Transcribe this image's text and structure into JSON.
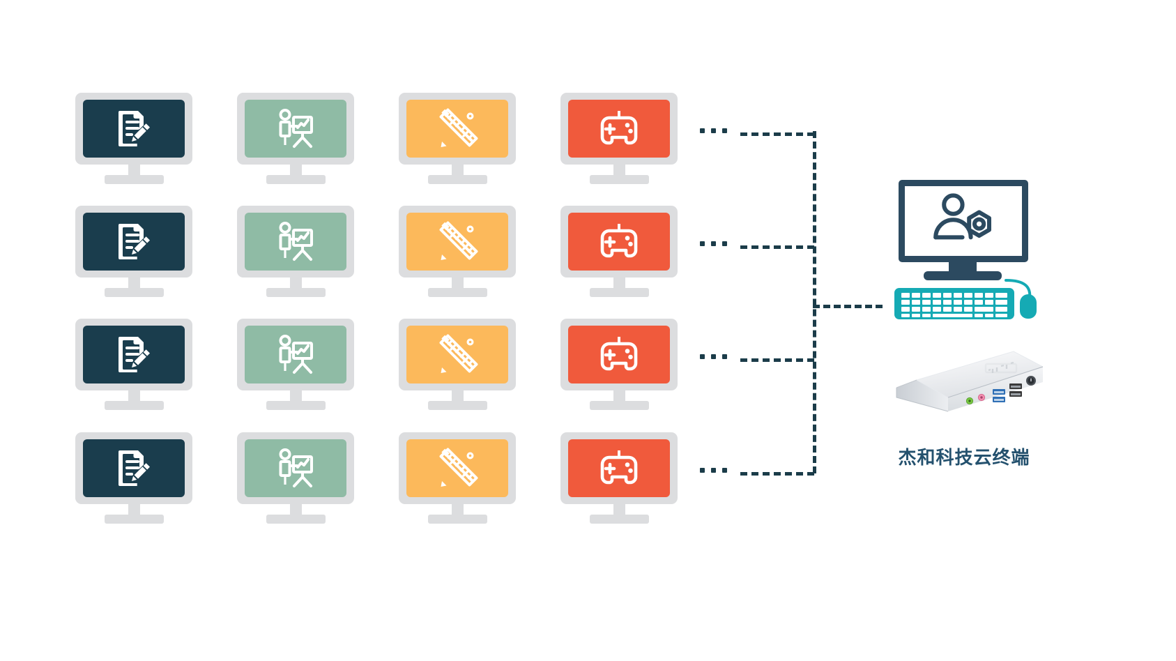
{
  "diagram": {
    "type": "network-topology",
    "title": "",
    "background_color": "#ffffff",
    "connector_color": "#1b3c49",
    "connector_style": "dashed"
  },
  "palette": {
    "bezel": "#dcdddf",
    "screen_navy": "#1a3d4d",
    "screen_green": "#8fbba5",
    "screen_orange": "#fcb95b",
    "screen_red": "#f05a3c",
    "admin_navy": "#2c4a60",
    "accent_teal": "#15aab4",
    "label_color": "#24516e",
    "icon_white": "#ffffff"
  },
  "clients": {
    "rows": 4,
    "columns": [
      {
        "index": 0,
        "icon": "document-edit-icon",
        "label": "文档编辑",
        "screen_color": "#1a3d4d"
      },
      {
        "index": 1,
        "icon": "presentation-chart-icon",
        "label": "演示教学",
        "screen_color": "#8fbba5"
      },
      {
        "index": 2,
        "icon": "pencil-ruler-icon",
        "label": "设计绘图",
        "screen_color": "#fcb95b"
      },
      {
        "index": 3,
        "icon": "gamepad-icon",
        "label": "游戏娱乐",
        "screen_color": "#f05a3c"
      }
    ],
    "row_ellipsis": "...",
    "ellipsis_dot_count": 3
  },
  "server": {
    "monitor_icon": "user-settings-icon",
    "keyboard_icon": "keyboard-icon",
    "mouse_icon": "mouse-icon",
    "device_icon": "mini-pc-icon",
    "device_label": "杰和科技云终端",
    "ports": [
      {
        "name": "audio-out-jack",
        "color": "#7ac943"
      },
      {
        "name": "microphone-jack",
        "color": "#f48fb1"
      },
      {
        "name": "usb3-port",
        "color": "#2f6fb5"
      },
      {
        "name": "usb3-port",
        "color": "#2f6fb5"
      },
      {
        "name": "usb2-port",
        "color": "#3a3a3a"
      },
      {
        "name": "usb2-port",
        "color": "#3a3a3a"
      },
      {
        "name": "power-button",
        "color": "#3a3a3a"
      }
    ]
  }
}
